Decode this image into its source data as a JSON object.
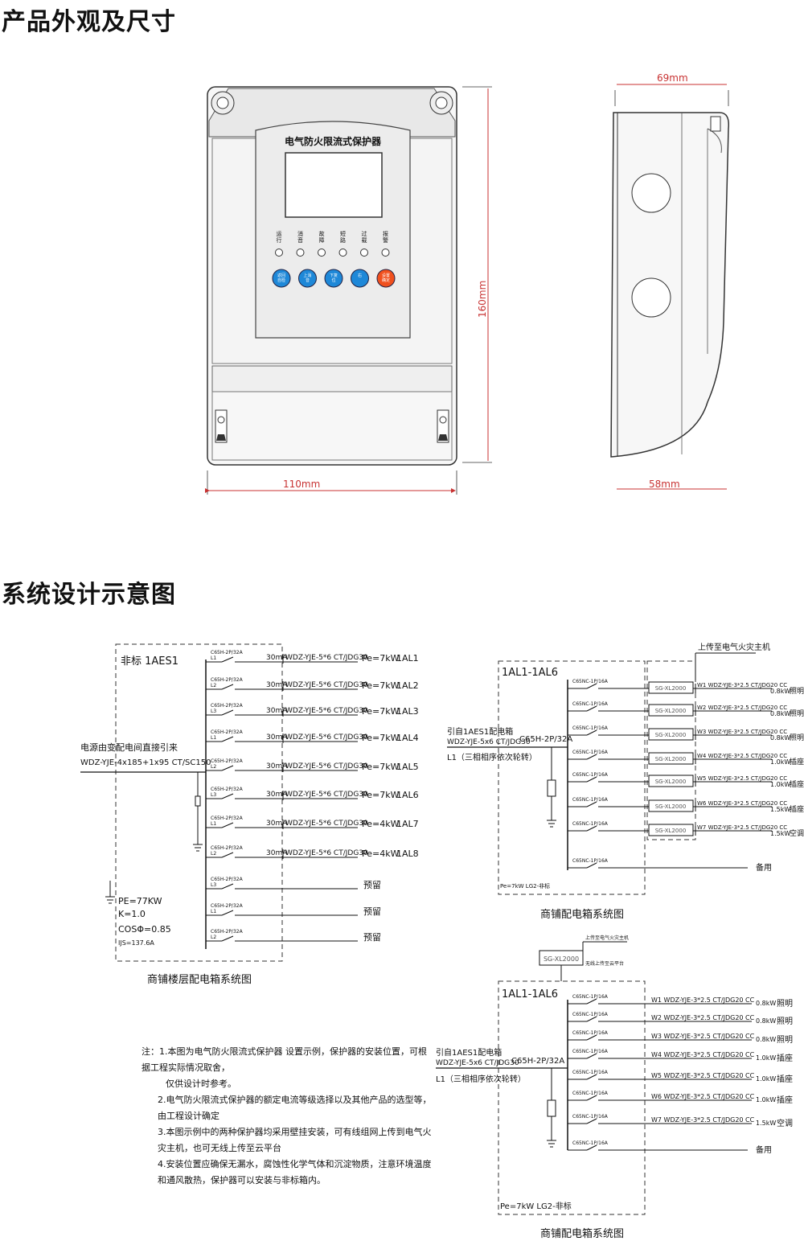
{
  "sections": {
    "appearance_title": "产品外观及尺寸",
    "system_title": "系统设计示意图"
  },
  "device": {
    "panel_title": "电气防火限流式保护器",
    "indicators": [
      "运行",
      "消音",
      "故障",
      "短路",
      "过载",
      "报警"
    ],
    "buttons": [
      "返回自检",
      "上消音",
      "下复位",
      "右",
      "设置确定"
    ],
    "dim_width": "110mm",
    "dim_height": "160mm",
    "dim_depth_top": "69mm",
    "dim_depth_bottom": "58mm",
    "colors": {
      "button_blue": "#1e88d8",
      "button_orange": "#f0501e",
      "panel": "#ececec"
    }
  },
  "left_diagram": {
    "box_label": "非标 1AES1",
    "source_line1": "电源由变配电间直接引来",
    "source_line2": "WDZ-YJE-4x185+1x95 CT/SC150",
    "pe": "PE=77KW",
    "k": "K=1.0",
    "cos": "COSΦ=0.85",
    "ijs": "IJS=137.6A",
    "caption": "商铺楼层配电箱系统图",
    "breaker": "C65H-2P/32A",
    "rows": [
      {
        "phase": "L1",
        "rcd": "30mA",
        "cable": "WDZ-YJE-5*6 CT/JDG30",
        "power": "Pe=7kW",
        "id": "1AL1"
      },
      {
        "phase": "L2",
        "rcd": "30mA",
        "cable": "WDZ-YJE-5*6 CT/JDG30",
        "power": "Pe=7kW",
        "id": "1AL2"
      },
      {
        "phase": "L3",
        "rcd": "30mA",
        "cable": "WDZ-YJE-5*6 CT/JDG30",
        "power": "Pe=7kW",
        "id": "1AL3"
      },
      {
        "phase": "L1",
        "rcd": "30mA",
        "cable": "WDZ-YJE-5*6 CT/JDG30",
        "power": "Pe=7kW",
        "id": "1AL4"
      },
      {
        "phase": "L2",
        "rcd": "30mA",
        "cable": "WDZ-YJE-5*6 CT/JDG30",
        "power": "Pe=7kW",
        "id": "1AL5"
      },
      {
        "phase": "L3",
        "rcd": "30mA",
        "cable": "WDZ-YJE-5*6 CT/JDG30",
        "power": "Pe=7kW",
        "id": "1AL6"
      },
      {
        "phase": "L1",
        "rcd": "30mA",
        "cable": "WDZ-YJE-5*6 CT/JDG30",
        "power": "Pe=4kW",
        "id": "1AL7"
      },
      {
        "phase": "L2",
        "rcd": "30mA",
        "cable": "WDZ-YJE-5*6 CT/JDG30",
        "power": "Pe=4kW",
        "id": "1AL8"
      },
      {
        "phase": "L3",
        "rcd": "",
        "cable": "",
        "power": "",
        "id": "预留"
      },
      {
        "phase": "L1",
        "rcd": "",
        "cable": "",
        "power": "",
        "id": "预留"
      },
      {
        "phase": "L2",
        "rcd": "",
        "cable": "",
        "power": "",
        "id": "预留"
      }
    ]
  },
  "right_top": {
    "box_label": "1AL1-1AL6",
    "upload": "上传至电气火灾主机",
    "source_line1": "引自1AES1配电箱",
    "source_line2": "WDZ-YJE-5x6 CT/JDG30",
    "source_line3": "L1（三相相序依次轮转）",
    "main_breaker": "C65H-2P/32A",
    "pe": "Pe=7kW LG2-非标",
    "caption": "商铺配电箱系统图",
    "branch_breaker": "C65NC-1P/16A",
    "module": "SG-XL2000",
    "rows": [
      {
        "cable": "W1 WDZ-YJE-3*2.5 CT/JDG20 CC",
        "power": "0.8kW",
        "use": "照明"
      },
      {
        "cable": "W2 WDZ-YJE-3*2.5 CT/JDG20 CC",
        "power": "0.8kW",
        "use": "照明"
      },
      {
        "cable": "W3 WDZ-YJE-3*2.5 CT/JDG20 CC",
        "power": "0.8kW",
        "use": "照明"
      },
      {
        "cable": "W4 WDZ-YJE-3*2.5 CT/JDG20 CC",
        "power": "1.0kW",
        "use": "插座"
      },
      {
        "cable": "W5 WDZ-YJE-3*2.5 CT/JDG20 CC",
        "power": "1.0kW",
        "use": "插座"
      },
      {
        "cable": "W6 WDZ-YJE-3*2.5 CT/JDG20 CC",
        "power": "1.5kW",
        "use": "插座"
      },
      {
        "cable": "W7 WDZ-YJE-3*2.5 CT/JDG20 CC",
        "power": "1.5kW",
        "use": "空调"
      },
      {
        "cable": "",
        "power": "",
        "use": "备用"
      }
    ]
  },
  "right_bottom": {
    "box_label": "1AL1-1AL6",
    "module": "SG-XL2000",
    "upload1": "上传至电气火灾主机",
    "upload2": "无线上传至云平台",
    "source_line1": "引自1AES1配电箱",
    "source_line2": "WDZ-YJE-5x6 CT/JDG30",
    "source_line3": "L1（三相相序依次轮转）",
    "main_breaker": "C65H-2P/32A",
    "pe": "Pe=7kW LG2-非标",
    "caption": "商铺配电箱系统图",
    "branch_breaker": "C65NC-1P/16A",
    "rows": [
      {
        "cable": "W1 WDZ-YJE-3*2.5 CT/JDG20 CC",
        "power": "0.8kW",
        "use": "照明"
      },
      {
        "cable": "W2 WDZ-YJE-3*2.5 CT/JDG20 CC",
        "power": "0.8kW",
        "use": "照明"
      },
      {
        "cable": "W3 WDZ-YJE-3*2.5 CT/JDG20 CC",
        "power": "0.8kW",
        "use": "照明"
      },
      {
        "cable": "W4 WDZ-YJE-3*2.5 CT/JDG20 CC",
        "power": "1.0kW",
        "use": "插座"
      },
      {
        "cable": "W5 WDZ-YJE-3*2.5 CT/JDG20 CC",
        "power": "1.0kW",
        "use": "插座"
      },
      {
        "cable": "W6 WDZ-YJE-3*2.5 CT/JDG20 CC",
        "power": "1.0kW",
        "use": "插座"
      },
      {
        "cable": "W7 WDZ-YJE-3*2.5 CT/JDG20 CC",
        "power": "1.5kW",
        "use": "空调"
      },
      {
        "cable": "",
        "power": "",
        "use": "备用"
      }
    ]
  },
  "notes": [
    "注：1.本图为电气防火限流式保护器 设置示例，保护器的安装位置，可根据工程实际情况取舍，",
    "仅供设计时参考。",
    "2.电气防火限流式保护器的额定电流等级选择以及其他产品的选型等，由工程设计确定",
    "3.本图示例中的两种保护器均采用壁挂安装，可有线组网上传到电气火灾主机，也可无线上传至云平台",
    "4.安装位置应确保无漏水，腐蚀性化学气体和沉淀物质，注意环境温度和通风散热，保护器可以安装与非标箱内。"
  ]
}
